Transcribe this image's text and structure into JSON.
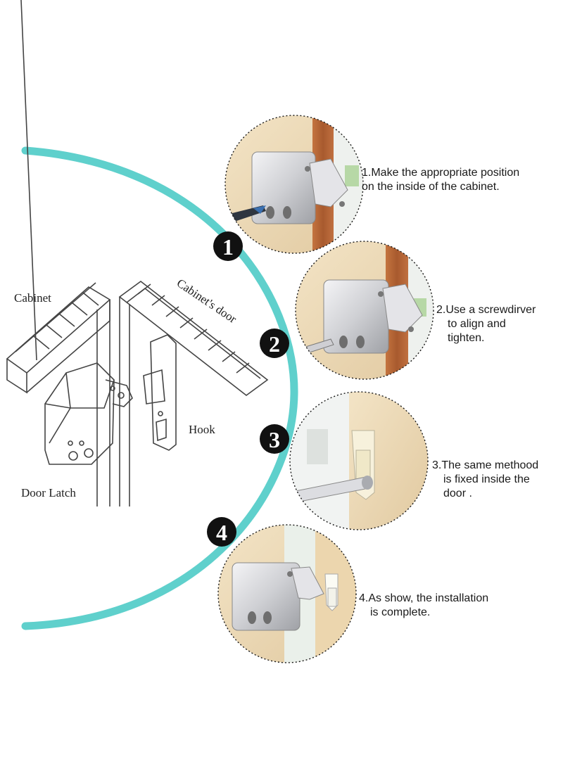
{
  "colors": {
    "arc": "#5fd0cc",
    "badge": "#111111",
    "wood": "#b8683a",
    "beige": "#ead6b5",
    "metal": "#d9d9dc"
  },
  "diagram": {
    "cabinet_label": "Cabinet",
    "door_label": "Cabinet's door",
    "hook_label": "Hook",
    "latch_label": "Door Latch"
  },
  "steps": [
    {
      "number": "1",
      "lines": [
        "1.Make the appropriate position",
        "on the inside of the cabinet."
      ]
    },
    {
      "number": "2",
      "lines": [
        "2.Use a screwdirver",
        "to align and",
        "tighten."
      ]
    },
    {
      "number": "3",
      "lines": [
        "3.The same methood",
        "is fixed inside the",
        "door ."
      ]
    },
    {
      "number": "4",
      "lines": [
        "4.As show, the installation",
        "is complete."
      ]
    }
  ]
}
